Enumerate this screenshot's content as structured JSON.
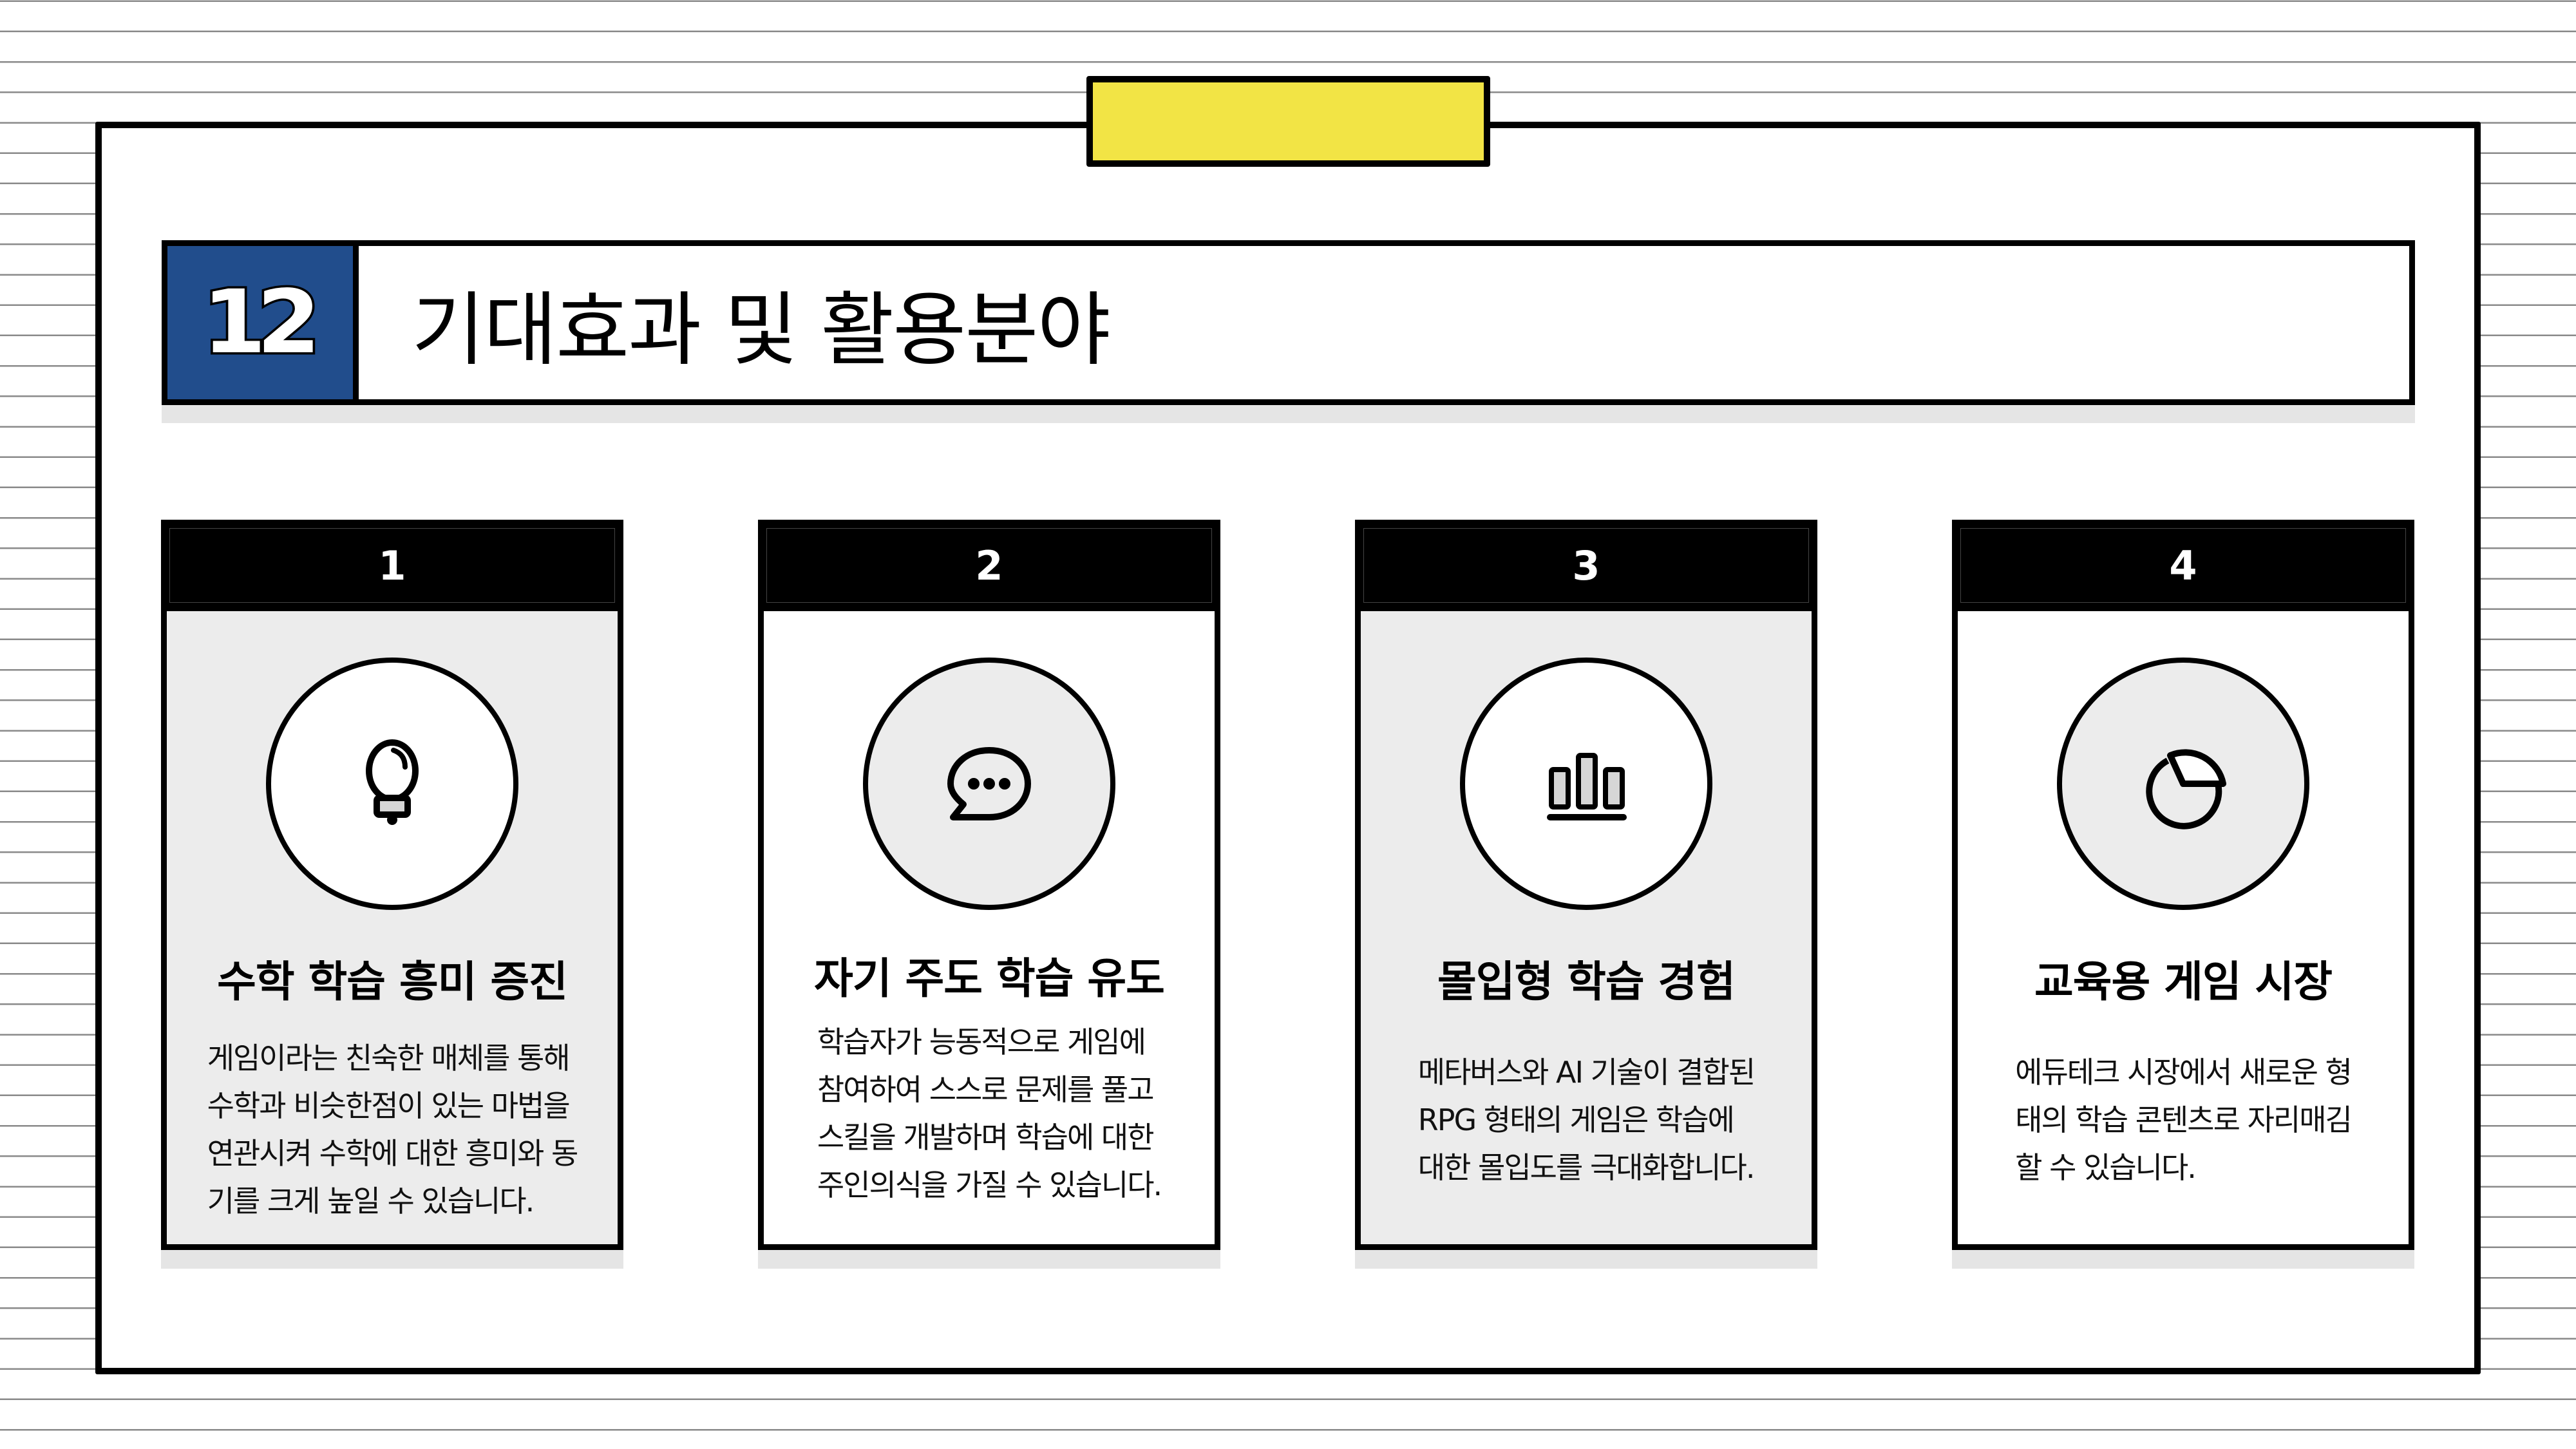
{
  "slide": {
    "section_number": "12",
    "title": "기대효과 및 활용분야",
    "colors": {
      "accent_blue": "#214d8c",
      "tab_yellow": "#f2e445",
      "card_gray": "#ececec",
      "card_white": "#ffffff",
      "stripe_line": "#8a8a8a"
    }
  },
  "cards": [
    {
      "number": "1",
      "icon": "lightbulb-icon",
      "title": "수학 학습 흥미 증진",
      "body": "게임이라는 친숙한 매체를 통해\n수학과 비슷한점이 있는 마법을\n연관시켜 수학에 대한 흥미와 동\n기를 크게 높일 수 있습니다."
    },
    {
      "number": "2",
      "icon": "chat-bubble-icon",
      "title": "자기 주도 학습 유도",
      "body": "학습자가 능동적으로 게임에\n참여하여 스스로 문제를 풀고\n스킬을 개발하며 학습에 대한\n주인의식을 가질 수 있습니다."
    },
    {
      "number": "3",
      "icon": "bar-chart-icon",
      "title": "몰입형 학습 경험",
      "body": "메타버스와 AI 기술이 결합된\nRPG 형태의 게임은 학습에\n대한 몰입도를 극대화합니다."
    },
    {
      "number": "4",
      "icon": "pie-chart-icon",
      "title": "교육용 게임 시장",
      "body": "에듀테크 시장에서 새로운 형\n태의 학습 콘텐츠로 자리매김\n할 수 있습니다."
    }
  ]
}
